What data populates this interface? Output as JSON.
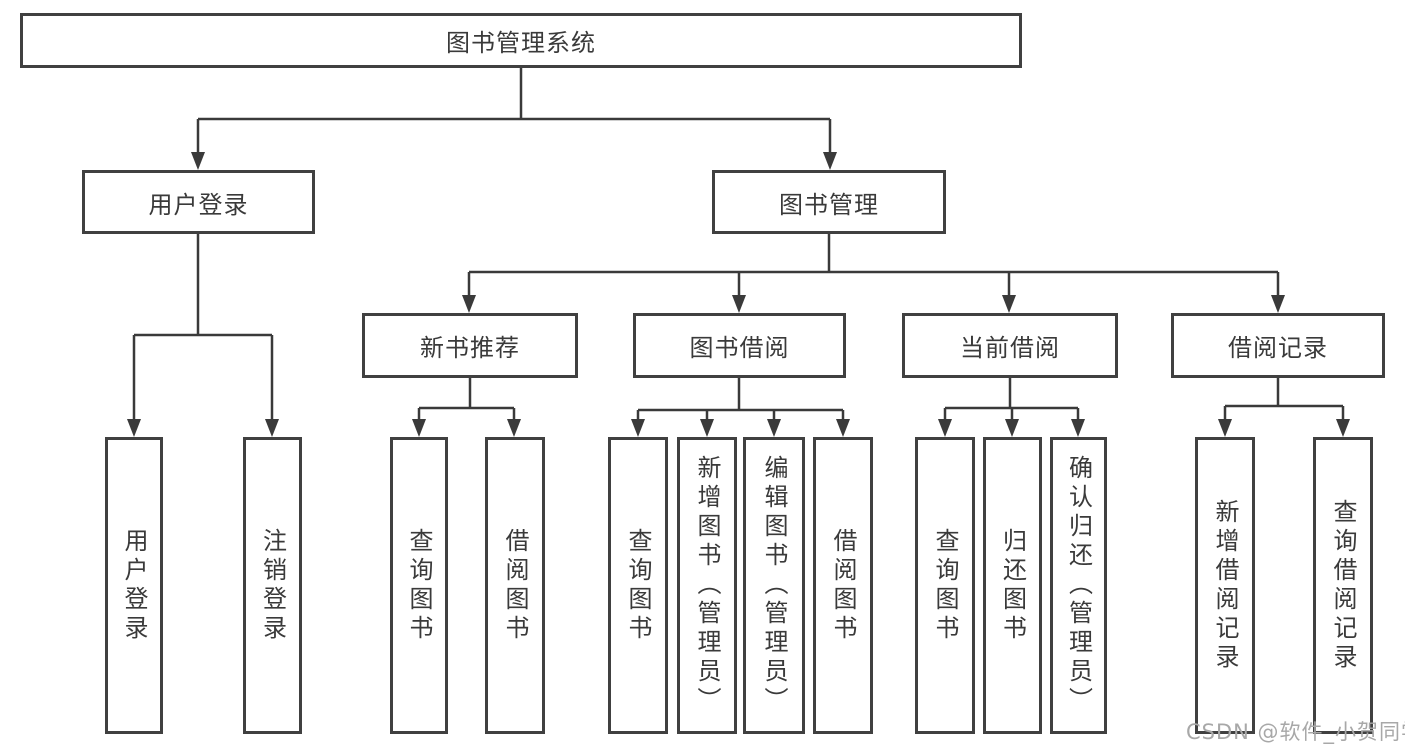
{
  "diagram": {
    "root": {
      "label": "图书管理系统"
    },
    "level2": {
      "user_login": {
        "label": "用户登录"
      },
      "book_management": {
        "label": "图书管理"
      }
    },
    "level3": {
      "new_books": {
        "label": "新书推荐"
      },
      "book_borrow": {
        "label": "图书借阅"
      },
      "current_borrow": {
        "label": "当前借阅"
      },
      "borrow_records": {
        "label": "借阅记录"
      }
    },
    "leaves": {
      "user_login": [
        "用户登录",
        "注销登录"
      ],
      "new_books": [
        "查询图书",
        "借阅图书"
      ],
      "book_borrow": [
        "查询图书",
        "新增图书（管理员）",
        "编辑图书（管理员）",
        "借阅图书"
      ],
      "current_borrow": [
        "查询图书",
        "归还图书",
        "确认归还（管理员）"
      ],
      "borrow_records": [
        "新增借阅记录",
        "查询借阅记录"
      ]
    }
  },
  "watermark": "CSDN @软件_小贺同学",
  "colors": {
    "line": "#3a3a3a",
    "box_border": "#404040",
    "text": "#3a3a3a",
    "watermark": "#a8a8a8",
    "background": "#ffffff"
  }
}
